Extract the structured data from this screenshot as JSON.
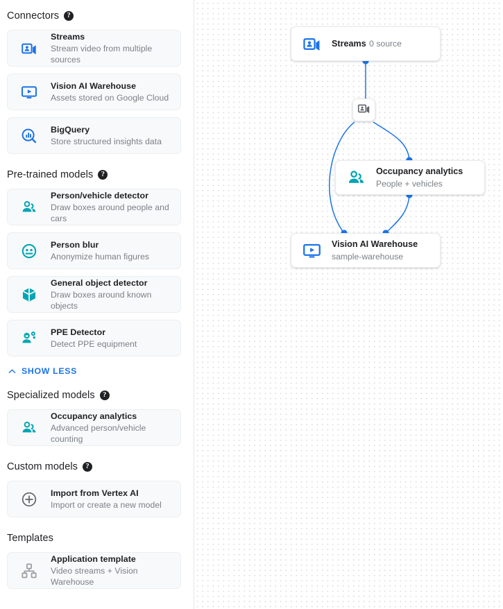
{
  "sidebar": {
    "sections": [
      {
        "title": "Connectors",
        "has_help": true,
        "items": [
          {
            "title": "Streams",
            "sub": "Stream video from multiple sources",
            "icon": "video-camera-person-icon",
            "color": "#1a73e8"
          },
          {
            "title": "Vision AI Warehouse",
            "sub": "Assets stored on Google Cloud",
            "icon": "monitor-play-icon",
            "color": "#1a73e8"
          },
          {
            "title": "BigQuery",
            "sub": "Store structured insights data",
            "icon": "bigquery-magnifier-icon",
            "color": "#1a73e8"
          }
        ]
      },
      {
        "title": "Pre-trained models",
        "has_help": true,
        "items": [
          {
            "title": "Person/vehicle detector",
            "sub": "Draw boxes around people and cars",
            "icon": "people-group-icon",
            "color": "#00a5b5"
          },
          {
            "title": "Person blur",
            "sub": "Anonymize human figures",
            "icon": "face-blur-icon",
            "color": "#00a5b5"
          },
          {
            "title": "General object detector",
            "sub": "Draw boxes around known objects",
            "icon": "cube-box-icon",
            "color": "#00a5b5"
          },
          {
            "title": "PPE Detector",
            "sub": "Detect PPE equipment",
            "icon": "ppe-helmet-person-icon",
            "color": "#00a5b5"
          }
        ]
      },
      {
        "title": "Specialized models",
        "has_help": true,
        "items": [
          {
            "title": "Occupancy analytics",
            "sub": "Advanced person/vehicle counting",
            "icon": "people-group-icon",
            "color": "#00a5b5"
          }
        ]
      },
      {
        "title": "Custom models",
        "has_help": true,
        "items": [
          {
            "title": "Import from Vertex AI",
            "sub": "Import or create a new model",
            "icon": "plus-circle-icon",
            "color": "#5f6368"
          }
        ]
      },
      {
        "title": "Templates",
        "has_help": false,
        "items": [
          {
            "title": "Application template",
            "sub": "Video streams + Vision Warehouse",
            "icon": "hierarchy-tree-icon",
            "color": "#9aa0a6"
          }
        ]
      }
    ],
    "show_less": {
      "label": "SHOW LESS",
      "icon": "chevron-up-icon",
      "color": "#1a73e8"
    },
    "help_glyph": "?"
  },
  "canvas": {
    "grid": "dotted",
    "accent_color": "#1a73e8",
    "nodes": [
      {
        "id": "streams",
        "title": "Streams",
        "sub": "0 source",
        "icon": "video-camera-person-icon",
        "color": "#1a73e8"
      },
      {
        "id": "occupancy",
        "title": "Occupancy analytics",
        "sub": "People + vehicles",
        "icon": "people-group-icon",
        "color": "#00a5b5"
      },
      {
        "id": "warehouse",
        "title": "Vision AI Warehouse",
        "sub": "sample-warehouse",
        "icon": "monitor-play-icon",
        "color": "#1a73e8"
      }
    ],
    "badge": {
      "icon": "video-camera-person-icon",
      "color": "#5f6368"
    }
  }
}
